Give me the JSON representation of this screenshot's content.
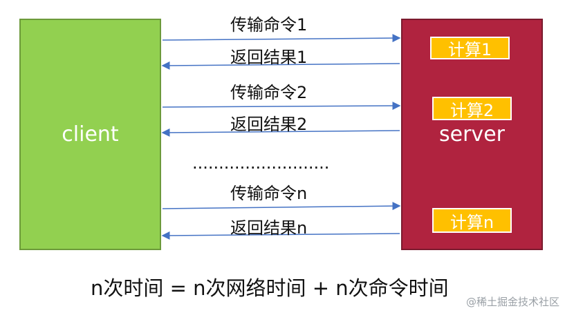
{
  "client": {
    "label": "client"
  },
  "server": {
    "label": "server",
    "computes": [
      "计算1",
      "计算2",
      "计算n"
    ]
  },
  "messages": [
    {
      "text": "传输命令1",
      "direction": "right"
    },
    {
      "text": "返回结果1",
      "direction": "left"
    },
    {
      "text": "传输命令2",
      "direction": "right"
    },
    {
      "text": "返回结果2",
      "direction": "left"
    },
    {
      "text": "传输命令n",
      "direction": "right"
    },
    {
      "text": "返回结果n",
      "direction": "left"
    }
  ],
  "ellipsis": "..........................",
  "formula": "n次时间 = n次网络时间 + n次命令时间",
  "watermark": "@稀土掘金技术社区",
  "colors": {
    "client": "#92d050",
    "server": "#b0233f",
    "compute": "#ffc000",
    "arrow": "#4472c4"
  }
}
